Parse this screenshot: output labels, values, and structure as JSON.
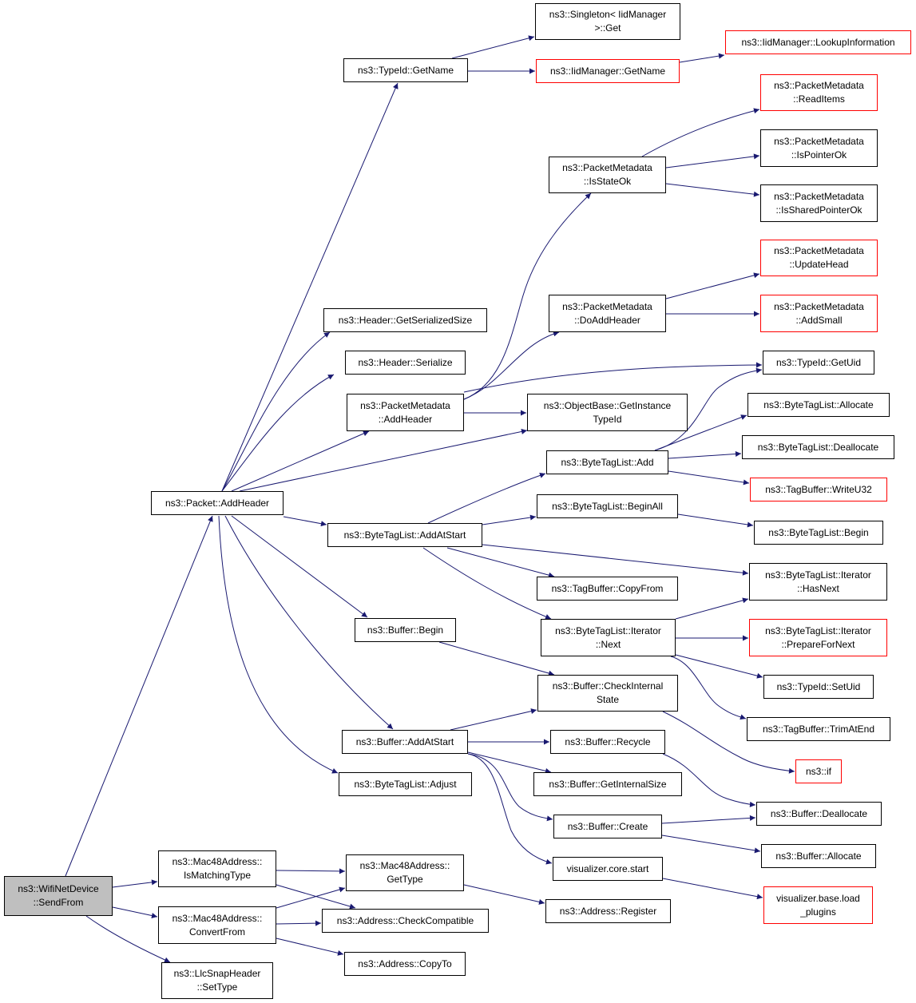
{
  "diagram": {
    "colors": {
      "edge": "#191970",
      "node_border": "#000000",
      "truncated_border": "#ff0000",
      "root_fill": "#bfbfbf"
    },
    "nodes": {
      "wifi_send_from": {
        "lines": [
          "ns3::WifiNetDevice",
          "::SendFrom"
        ]
      },
      "mac_is_matching_type": {
        "lines": [
          "ns3::Mac48Address::",
          "IsMatchingType"
        ]
      },
      "mac_convert_from": {
        "lines": [
          "ns3::Mac48Address::",
          "ConvertFrom"
        ]
      },
      "llc_set_type": {
        "lines": [
          "ns3::LlcSnapHeader",
          "::SetType"
        ]
      },
      "mac_get_type": {
        "lines": [
          "ns3::Mac48Address::",
          "GetType"
        ]
      },
      "addr_check_compatible": {
        "lines": [
          "ns3::Address::CheckCompatible"
        ]
      },
      "addr_copy_to": {
        "lines": [
          "ns3::Address::CopyTo"
        ]
      },
      "addr_register": {
        "lines": [
          "ns3::Address::Register"
        ]
      },
      "packet_add_header": {
        "lines": [
          "ns3::Packet::AddHeader"
        ]
      },
      "typeid_get_name": {
        "lines": [
          "ns3::TypeId::GetName"
        ]
      },
      "singleton_get": {
        "lines": [
          "ns3::Singleton< IidManager",
          ">::Get"
        ]
      },
      "iid_get_name": {
        "lines": [
          "ns3::IidManager::GetName"
        ]
      },
      "iid_lookup": {
        "lines": [
          "ns3::IidManager::LookupInformation"
        ]
      },
      "header_get_serialized_size": {
        "lines": [
          "ns3::Header::GetSerializedSize"
        ]
      },
      "header_serialize": {
        "lines": [
          "ns3::Header::Serialize"
        ]
      },
      "pm_add_header": {
        "lines": [
          "ns3::PacketMetadata",
          "::AddHeader"
        ]
      },
      "pm_is_state_ok": {
        "lines": [
          "ns3::PacketMetadata",
          "::IsStateOk"
        ]
      },
      "pm_read_items": {
        "lines": [
          "ns3::PacketMetadata",
          "::ReadItems"
        ]
      },
      "pm_is_pointer_ok": {
        "lines": [
          "ns3::PacketMetadata",
          "::IsPointerOk"
        ]
      },
      "pm_is_shared_pointer_ok": {
        "lines": [
          "ns3::PacketMetadata",
          "::IsSharedPointerOk"
        ]
      },
      "pm_do_add_header": {
        "lines": [
          "ns3::PacketMetadata",
          "::DoAddHeader"
        ]
      },
      "pm_update_head": {
        "lines": [
          "ns3::PacketMetadata",
          "::UpdateHead"
        ]
      },
      "pm_add_small": {
        "lines": [
          "ns3::PacketMetadata",
          "::AddSmall"
        ]
      },
      "typeid_get_uid": {
        "lines": [
          "ns3::TypeId::GetUid"
        ]
      },
      "objectbase_get_instance_typeid": {
        "lines": [
          "ns3::ObjectBase::GetInstance",
          "TypeId"
        ]
      },
      "btl_add_at_start": {
        "lines": [
          "ns3::ByteTagList::AddAtStart"
        ]
      },
      "btl_add": {
        "lines": [
          "ns3::ByteTagList::Add"
        ]
      },
      "btl_allocate": {
        "lines": [
          "ns3::ByteTagList::Allocate"
        ]
      },
      "btl_deallocate": {
        "lines": [
          "ns3::ByteTagList::Deallocate"
        ]
      },
      "tagbuffer_write_u32": {
        "lines": [
          "ns3::TagBuffer::WriteU32"
        ]
      },
      "btl_begin_all": {
        "lines": [
          "ns3::ByteTagList::BeginAll"
        ]
      },
      "btl_begin": {
        "lines": [
          "ns3::ByteTagList::Begin"
        ]
      },
      "tagbuffer_copy_from": {
        "lines": [
          "ns3::TagBuffer::CopyFrom"
        ]
      },
      "btl_iter_has_next": {
        "lines": [
          "ns3::ByteTagList::Iterator",
          "::HasNext"
        ]
      },
      "btl_iter_next": {
        "lines": [
          "ns3::ByteTagList::Iterator",
          "::Next"
        ]
      },
      "btl_iter_prepare": {
        "lines": [
          "ns3::ByteTagList::Iterator",
          "::PrepareForNext"
        ]
      },
      "typeid_set_uid": {
        "lines": [
          "ns3::TypeId::SetUid"
        ]
      },
      "tagbuffer_trim_at_end": {
        "lines": [
          "ns3::TagBuffer::TrimAtEnd"
        ]
      },
      "buffer_begin": {
        "lines": [
          "ns3::Buffer::Begin"
        ]
      },
      "buffer_check_internal_state": {
        "lines": [
          "ns3::Buffer::CheckInternal",
          "State"
        ]
      },
      "ns3_if": {
        "lines": [
          "ns3::if"
        ]
      },
      "buffer_add_at_start": {
        "lines": [
          "ns3::Buffer::AddAtStart"
        ]
      },
      "buffer_recycle": {
        "lines": [
          "ns3::Buffer::Recycle"
        ]
      },
      "buffer_get_internal_size": {
        "lines": [
          "ns3::Buffer::GetInternalSize"
        ]
      },
      "buffer_create": {
        "lines": [
          "ns3::Buffer::Create"
        ]
      },
      "buffer_deallocate": {
        "lines": [
          "ns3::Buffer::Deallocate"
        ]
      },
      "buffer_allocate": {
        "lines": [
          "ns3::Buffer::Allocate"
        ]
      },
      "visualizer_core_start": {
        "lines": [
          "visualizer.core.start"
        ]
      },
      "visualizer_base_load_plugins": {
        "lines": [
          "visualizer.base.load",
          "_plugins"
        ]
      },
      "btl_adjust": {
        "lines": [
          "ns3::ByteTagList::Adjust"
        ]
      }
    }
  }
}
